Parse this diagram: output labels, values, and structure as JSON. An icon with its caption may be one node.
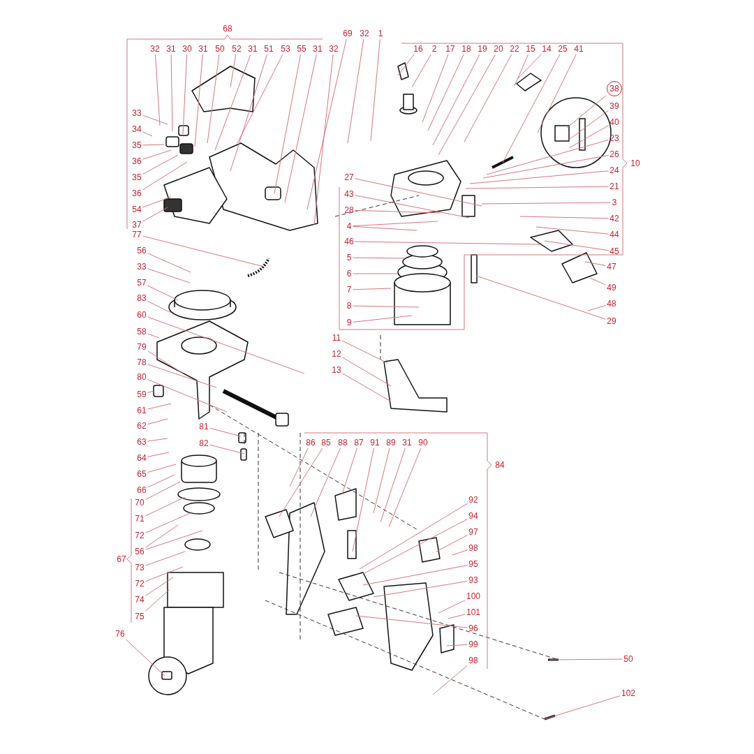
{
  "diagram": {
    "nodes": [
      {
        "text": [
          "32"
        ]
      },
      {
        "text": [
          "31"
        ]
      },
      {
        "text": [
          "30"
        ]
      },
      {
        "text": [
          "31"
        ]
      },
      {
        "text": [
          "50"
        ]
      },
      {
        "text": [
          "52"
        ]
      },
      {
        "text": [
          "31"
        ]
      },
      {
        "text": [
          "51"
        ]
      },
      {
        "text": [
          "53"
        ]
      },
      {
        "text": [
          "55"
        ]
      },
      {
        "text": [
          "31"
        ]
      },
      {
        "text": [
          "32"
        ]
      },
      {
        "text": [
          "69"
        ]
      },
      {
        "text": [
          "32"
        ]
      },
      {
        "text": [
          "1"
        ]
      },
      {
        "text": [
          "16"
        ]
      },
      {
        "text": [
          "2"
        ]
      },
      {
        "text": [
          "17"
        ]
      },
      {
        "text": [
          "18"
        ]
      },
      {
        "text": [
          "19"
        ]
      },
      {
        "text": [
          "20"
        ]
      },
      {
        "text": [
          "22"
        ]
      },
      {
        "text": [
          "15"
        ]
      },
      {
        "text": [
          "14"
        ]
      },
      {
        "text": [
          "25"
        ]
      },
      {
        "text": [
          "41"
        ]
      },
      {
        "text": [
          "33"
        ]
      },
      {
        "text": [
          "34"
        ]
      },
      {
        "text": [
          "35"
        ]
      },
      {
        "text": [
          "36"
        ]
      },
      {
        "text": [
          "35"
        ]
      },
      {
        "text": [
          "36"
        ]
      },
      {
        "text": [
          "54"
        ]
      },
      {
        "text": [
          "37"
        ]
      },
      {
        "text": [
          "38"
        ]
      },
      {
        "text": [
          "39"
        ]
      },
      {
        "text": [
          "40"
        ]
      },
      {
        "text": [
          "23"
        ]
      },
      {
        "text": [
          "26"
        ]
      },
      {
        "text": [
          "24"
        ]
      },
      {
        "text": [
          "21"
        ]
      },
      {
        "text": [
          "3"
        ]
      },
      {
        "text": [
          "42"
        ]
      },
      {
        "text": [
          "44"
        ]
      },
      {
        "text": [
          "45"
        ]
      },
      {
        "text": [
          "27"
        ]
      },
      {
        "text": [
          "43"
        ]
      },
      {
        "text": [
          "28"
        ]
      },
      {
        "text": [
          "4"
        ]
      },
      {
        "text": [
          "46"
        ]
      },
      {
        "text": [
          "5"
        ]
      },
      {
        "text": [
          "6"
        ]
      },
      {
        "text": [
          "7"
        ]
      },
      {
        "text": [
          "8"
        ]
      },
      {
        "text": [
          "9"
        ]
      },
      {
        "text": [
          "77"
        ]
      },
      {
        "text": [
          "56"
        ]
      },
      {
        "text": [
          "33"
        ]
      },
      {
        "text": [
          "57"
        ]
      },
      {
        "text": [
          "83"
        ]
      },
      {
        "text": [
          "47"
        ]
      },
      {
        "text": [
          "49"
        ]
      },
      {
        "text": [
          "48"
        ]
      },
      {
        "text": [
          "29"
        ]
      },
      {
        "text": [
          "60"
        ]
      },
      {
        "text": [
          "58"
        ]
      },
      {
        "text": [
          "79"
        ]
      },
      {
        "text": [
          "78"
        ]
      },
      {
        "text": [
          "11"
        ]
      },
      {
        "text": [
          "12"
        ]
      },
      {
        "text": [
          "13"
        ]
      },
      {
        "text": [
          "80"
        ]
      },
      {
        "text": [
          "59"
        ]
      },
      {
        "text": [
          "61"
        ]
      },
      {
        "text": [
          "62"
        ]
      },
      {
        "text": [
          "81"
        ]
      },
      {
        "text": [
          "82"
        ]
      },
      {
        "text": [
          "86"
        ]
      },
      {
        "text": [
          "85"
        ]
      },
      {
        "text": [
          "88"
        ]
      },
      {
        "text": [
          "87"
        ]
      },
      {
        "text": [
          "91"
        ]
      },
      {
        "text": [
          "89"
        ]
      },
      {
        "text": [
          "31"
        ]
      },
      {
        "text": [
          "90"
        ]
      },
      {
        "text": [
          "63"
        ]
      },
      {
        "text": [
          "64"
        ]
      },
      {
        "text": [
          "65"
        ]
      },
      {
        "text": [
          "66"
        ]
      },
      {
        "text": [
          "70"
        ]
      },
      {
        "text": [
          "92"
        ]
      },
      {
        "text": [
          "71"
        ]
      },
      {
        "text": [
          "94"
        ]
      },
      {
        "text": [
          "72"
        ]
      },
      {
        "text": [
          "97"
        ]
      },
      {
        "text": [
          "56"
        ]
      },
      {
        "text": [
          "98"
        ]
      },
      {
        "text": [
          "73"
        ]
      },
      {
        "text": [
          "95"
        ]
      },
      {
        "text": [
          "72"
        ]
      },
      {
        "text": [
          "93"
        ]
      },
      {
        "text": [
          "74"
        ]
      },
      {
        "text": [
          "100"
        ]
      },
      {
        "text": [
          "75"
        ]
      },
      {
        "text": [
          "101"
        ]
      },
      {
        "text": [
          "96"
        ]
      },
      {
        "text": [
          "76"
        ]
      },
      {
        "text": [
          "99"
        ]
      },
      {
        "text": [
          "50"
        ]
      },
      {
        "text": [
          "98"
        ]
      },
      {
        "text": [
          "102"
        ]
      }
    ],
    "edges": [
      {
        "from": 0,
        "to": null,
        "arrow": "none"
      },
      {
        "from": 1,
        "to": null,
        "arrow": "none"
      },
      {
        "from": 2,
        "to": null,
        "arrow": "none"
      },
      {
        "from": 3,
        "to": null,
        "arrow": "none"
      },
      {
        "from": 4,
        "to": null,
        "arrow": "none"
      },
      {
        "from": 5,
        "to": null,
        "arrow": "none"
      },
      {
        "from": 6,
        "to": null,
        "arrow": "none"
      },
      {
        "from": 7,
        "to": null,
        "arrow": "none"
      },
      {
        "from": 8,
        "to": null,
        "arrow": "none"
      },
      {
        "from": 9,
        "to": null,
        "arrow": "none"
      },
      {
        "from": 10,
        "to": null,
        "arrow": "none"
      },
      {
        "from": 11,
        "to": null,
        "arrow": "none"
      },
      {
        "from": 12,
        "to": null,
        "arrow": "none"
      },
      {
        "from": 13,
        "to": null,
        "arrow": "none"
      },
      {
        "from": 14,
        "to": null,
        "arrow": "none"
      },
      {
        "from": 15,
        "to": null,
        "arrow": "none"
      },
      {
        "from": 16,
        "to": null,
        "arrow": "none"
      },
      {
        "from": 17,
        "to": null,
        "arrow": "none"
      },
      {
        "from": 18,
        "to": null,
        "arrow": "none"
      },
      {
        "from": 19,
        "to": null,
        "arrow": "none"
      },
      {
        "from": 20,
        "to": null,
        "arrow": "none"
      },
      {
        "from": 21,
        "to": null,
        "arrow": "none"
      },
      {
        "from": 22,
        "to": null,
        "arrow": "none"
      },
      {
        "from": 23,
        "to": null,
        "arrow": "none"
      },
      {
        "from": 24,
        "to": null,
        "arrow": "none"
      },
      {
        "from": 25,
        "to": null,
        "arrow": "none"
      },
      {
        "from": 26,
        "to": null,
        "arrow": "none"
      },
      {
        "from": 27,
        "to": null,
        "arrow": "none"
      },
      {
        "from": 28,
        "to": null,
        "arrow": "none"
      },
      {
        "from": 29,
        "to": null,
        "arrow": "none"
      },
      {
        "from": 30,
        "to": null,
        "arrow": "none"
      },
      {
        "from": 31,
        "to": null,
        "arrow": "none"
      },
      {
        "from": 32,
        "to": null,
        "arrow": "none"
      },
      {
        "from": 33,
        "to": null,
        "arrow": "none"
      },
      {
        "from": 34,
        "to": null,
        "arrow": "none"
      },
      {
        "from": 35,
        "to": null,
        "arrow": "none"
      },
      {
        "from": 36,
        "to": null,
        "arrow": "none"
      },
      {
        "from": 37,
        "to": null,
        "arrow": "none"
      },
      {
        "from": 38,
        "to": null,
        "arrow": "none"
      },
      {
        "from": 39,
        "to": null,
        "arrow": "none"
      },
      {
        "from": 40,
        "to": null,
        "arrow": "none"
      },
      {
        "from": 41,
        "to": null,
        "arrow": "none"
      },
      {
        "from": 42,
        "to": null,
        "arrow": "none"
      },
      {
        "from": 43,
        "to": null,
        "arrow": "none"
      },
      {
        "from": 44,
        "to": null,
        "arrow": "none"
      },
      {
        "from": 45,
        "to": null,
        "arrow": "none"
      },
      {
        "from": 46,
        "to": null,
        "arrow": "none"
      },
      {
        "from": 47,
        "to": null,
        "arrow": "none"
      },
      {
        "from": 48,
        "to": null,
        "arrow": "none"
      },
      {
        "from": 48,
        "to": null,
        "arrow": "none"
      },
      {
        "from": 49,
        "to": null,
        "arrow": "none"
      },
      {
        "from": 50,
        "to": null,
        "arrow": "none"
      },
      {
        "from": 51,
        "to": null,
        "arrow": "none"
      },
      {
        "from": 52,
        "to": null,
        "arrow": "none"
      },
      {
        "from": 53,
        "to": null,
        "arrow": "none"
      },
      {
        "from": 54,
        "to": null,
        "arrow": "none"
      },
      {
        "from": 55,
        "to": null,
        "arrow": "none"
      },
      {
        "from": 56,
        "to": null,
        "arrow": "none"
      },
      {
        "from": 57,
        "to": null,
        "arrow": "none"
      },
      {
        "from": 58,
        "to": null,
        "arrow": "none"
      },
      {
        "from": 59,
        "to": null,
        "arrow": "none"
      },
      {
        "from": 60,
        "to": null,
        "arrow": "none"
      },
      {
        "from": 61,
        "to": null,
        "arrow": "none"
      },
      {
        "from": 62,
        "to": null,
        "arrow": "none"
      },
      {
        "from": 63,
        "to": null,
        "arrow": "none"
      },
      {
        "from": 64,
        "to": null,
        "arrow": "none"
      },
      {
        "from": 65,
        "to": null,
        "arrow": "none"
      },
      {
        "from": 66,
        "to": null,
        "arrow": "none"
      },
      {
        "from": 67,
        "to": null,
        "arrow": "none"
      },
      {
        "from": 68,
        "to": null,
        "arrow": "none"
      },
      {
        "from": 69,
        "to": null,
        "arrow": "none"
      },
      {
        "from": 70,
        "to": null,
        "arrow": "none"
      },
      {
        "from": 71,
        "to": null,
        "arrow": "none"
      },
      {
        "from": 72,
        "to": null,
        "arrow": "none"
      },
      {
        "from": 73,
        "to": null,
        "arrow": "none"
      },
      {
        "from": 74,
        "to": null,
        "arrow": "none"
      },
      {
        "from": 75,
        "to": null,
        "arrow": "none"
      },
      {
        "from": 76,
        "to": null,
        "arrow": "none"
      },
      {
        "from": 77,
        "to": null,
        "arrow": "none"
      },
      {
        "from": 78,
        "to": null,
        "arrow": "none"
      },
      {
        "from": 79,
        "to": null,
        "arrow": "none"
      },
      {
        "from": 80,
        "to": null,
        "arrow": "none"
      },
      {
        "from": 81,
        "to": null,
        "arrow": "none"
      },
      {
        "from": 82,
        "to": null,
        "arrow": "none"
      },
      {
        "from": 83,
        "to": null,
        "arrow": "none"
      },
      {
        "from": 84,
        "to": null,
        "arrow": "none"
      },
      {
        "from": 85,
        "to": null,
        "arrow": "none"
      },
      {
        "from": 86,
        "to": null,
        "arrow": "none"
      },
      {
        "from": 87,
        "to": null,
        "arrow": "none"
      },
      {
        "from": 88,
        "to": null,
        "arrow": "none"
      },
      {
        "from": 89,
        "to": null,
        "arrow": "none"
      },
      {
        "from": 90,
        "to": null,
        "arrow": "none"
      },
      {
        "from": 91,
        "to": null,
        "arrow": "none"
      },
      {
        "from": 92,
        "to": null,
        "arrow": "none"
      },
      {
        "from": 93,
        "to": null,
        "arrow": "none"
      },
      {
        "from": 94,
        "to": null,
        "arrow": "none"
      },
      {
        "from": 95,
        "to": null,
        "arrow": "none"
      },
      {
        "from": 95,
        "to": null,
        "arrow": "none"
      },
      {
        "from": 96,
        "to": null,
        "arrow": "none"
      },
      {
        "from": 97,
        "to": null,
        "arrow": "none"
      },
      {
        "from": 98,
        "to": null,
        "arrow": "none"
      },
      {
        "from": 99,
        "to": null,
        "arrow": "none"
      },
      {
        "from": 100,
        "to": null,
        "arrow": "none"
      },
      {
        "from": 101,
        "to": null,
        "arrow": "none"
      },
      {
        "from": 102,
        "to": null,
        "arrow": "none"
      },
      {
        "from": 103,
        "to": null,
        "arrow": "none"
      },
      {
        "from": 104,
        "to": null,
        "arrow": "none"
      },
      {
        "from": 105,
        "to": null,
        "arrow": "none"
      },
      {
        "from": 106,
        "to": null,
        "arrow": "none"
      },
      {
        "from": 107,
        "to": null,
        "arrow": "none"
      },
      {
        "from": 108,
        "to": null,
        "arrow": "none"
      },
      {
        "from": 109,
        "to": null,
        "arrow": "none"
      },
      {
        "from": 110,
        "to": null,
        "arrow": "none"
      }
    ],
    "labels": [
      "68",
      "10",
      "67",
      "84"
    ]
  }
}
